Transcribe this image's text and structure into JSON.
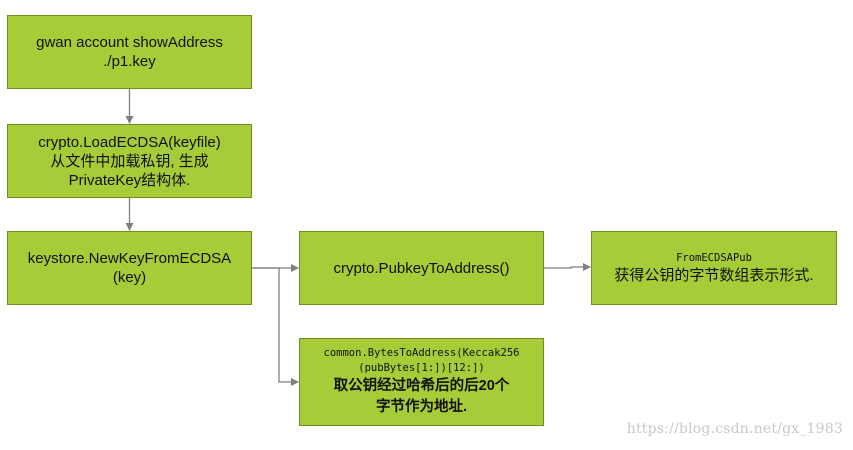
{
  "nodes": {
    "show_address": {
      "line1": "gwan account showAddress",
      "line2": "./p1.key"
    },
    "load_ecdsa": {
      "line1": "crypto.LoadECDSA(keyfile)",
      "line2": "从文件中加载私钥, 生成",
      "line3": "PrivateKey结构体."
    },
    "new_key": {
      "line1": "keystore.NewKeyFromECDSA",
      "line2": "(key)"
    },
    "pubkey_to_address": {
      "line1": "crypto.PubkeyToAddress()"
    },
    "from_ecdsa_pub": {
      "line1": "FromECDSAPub",
      "line2": "获得公钥的字节数组表示形式."
    },
    "bytes_to_address": {
      "line1": "common.BytesToAddress(Keccak256",
      "line2": "(pubBytes[1:])[12:])",
      "line3": "取公钥经过哈希后的后20个",
      "line4": "字节作为地址."
    }
  },
  "watermark": "https://blog.csdn.net/gx_1983",
  "colors": {
    "box_fill": "#a6cc37",
    "box_border": "#6e8f1d",
    "connector": "#7f7f7f"
  }
}
